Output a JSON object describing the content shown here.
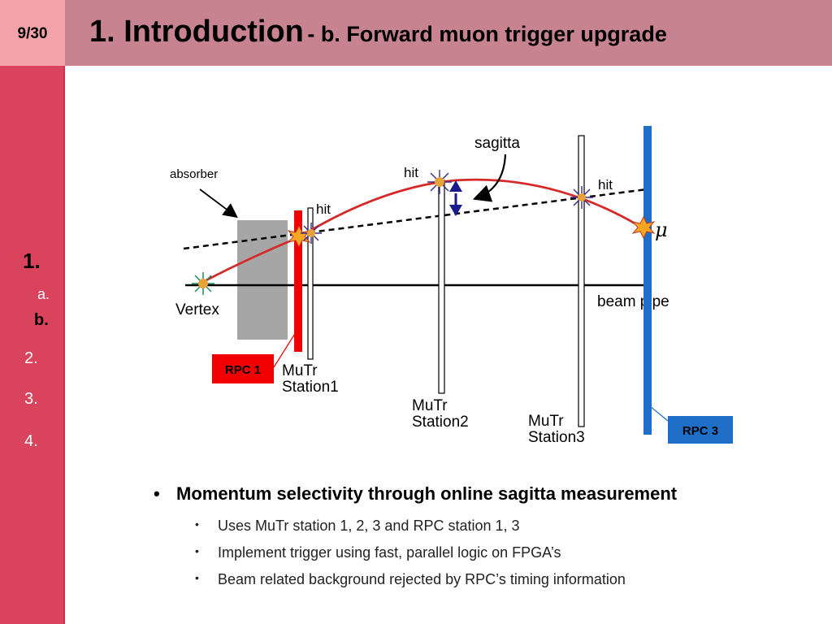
{
  "slide": {
    "page_number": "9/30",
    "title_main": "1. Introduction",
    "title_sub": "- b. Forward muon trigger upgrade"
  },
  "sidebar": {
    "items": [
      {
        "label": "1.",
        "level": 1,
        "active": true
      },
      {
        "label": "a.",
        "level": 2,
        "active": false
      },
      {
        "label": "b.",
        "level": 2,
        "active": true
      },
      {
        "label": "2.",
        "level": 1,
        "active": false
      },
      {
        "label": "3.",
        "level": 1,
        "active": false
      },
      {
        "label": "4.",
        "level": 1,
        "active": false
      }
    ]
  },
  "figure": {
    "absorber_label": "absorber",
    "vertex_label": "Vertex",
    "hit_label_1": "hit",
    "hit_label_2": "hit",
    "hit_label_3": "hit",
    "sagitta_label": "sagitta",
    "mu_label": "μ",
    "beampipe_label": "beam pipe",
    "rpc1_label": "RPC 1",
    "rpc3_label": "RPC 3",
    "station1_line1": "MuTr",
    "station1_line2": "Station1",
    "station2_line1": "MuTr",
    "station2_line2": "Station2",
    "station3_line1": "MuTr",
    "station3_line2": "Station3",
    "colors": {
      "track": "#d42a2a",
      "rpc1": "#f00000",
      "rpc3": "#1f6fc8",
      "absorber": "#a6a6a6",
      "arrow": "#1a1a8c"
    }
  },
  "bullets": {
    "main": "Momentum selectivity through online sagitta measurement",
    "sub": [
      "Uses MuTr station 1, 2, 3 and RPC station 1, 3",
      "Implement trigger using fast, parallel logic on FPGA’s",
      "Beam related background rejected by RPC’s timing information"
    ]
  }
}
